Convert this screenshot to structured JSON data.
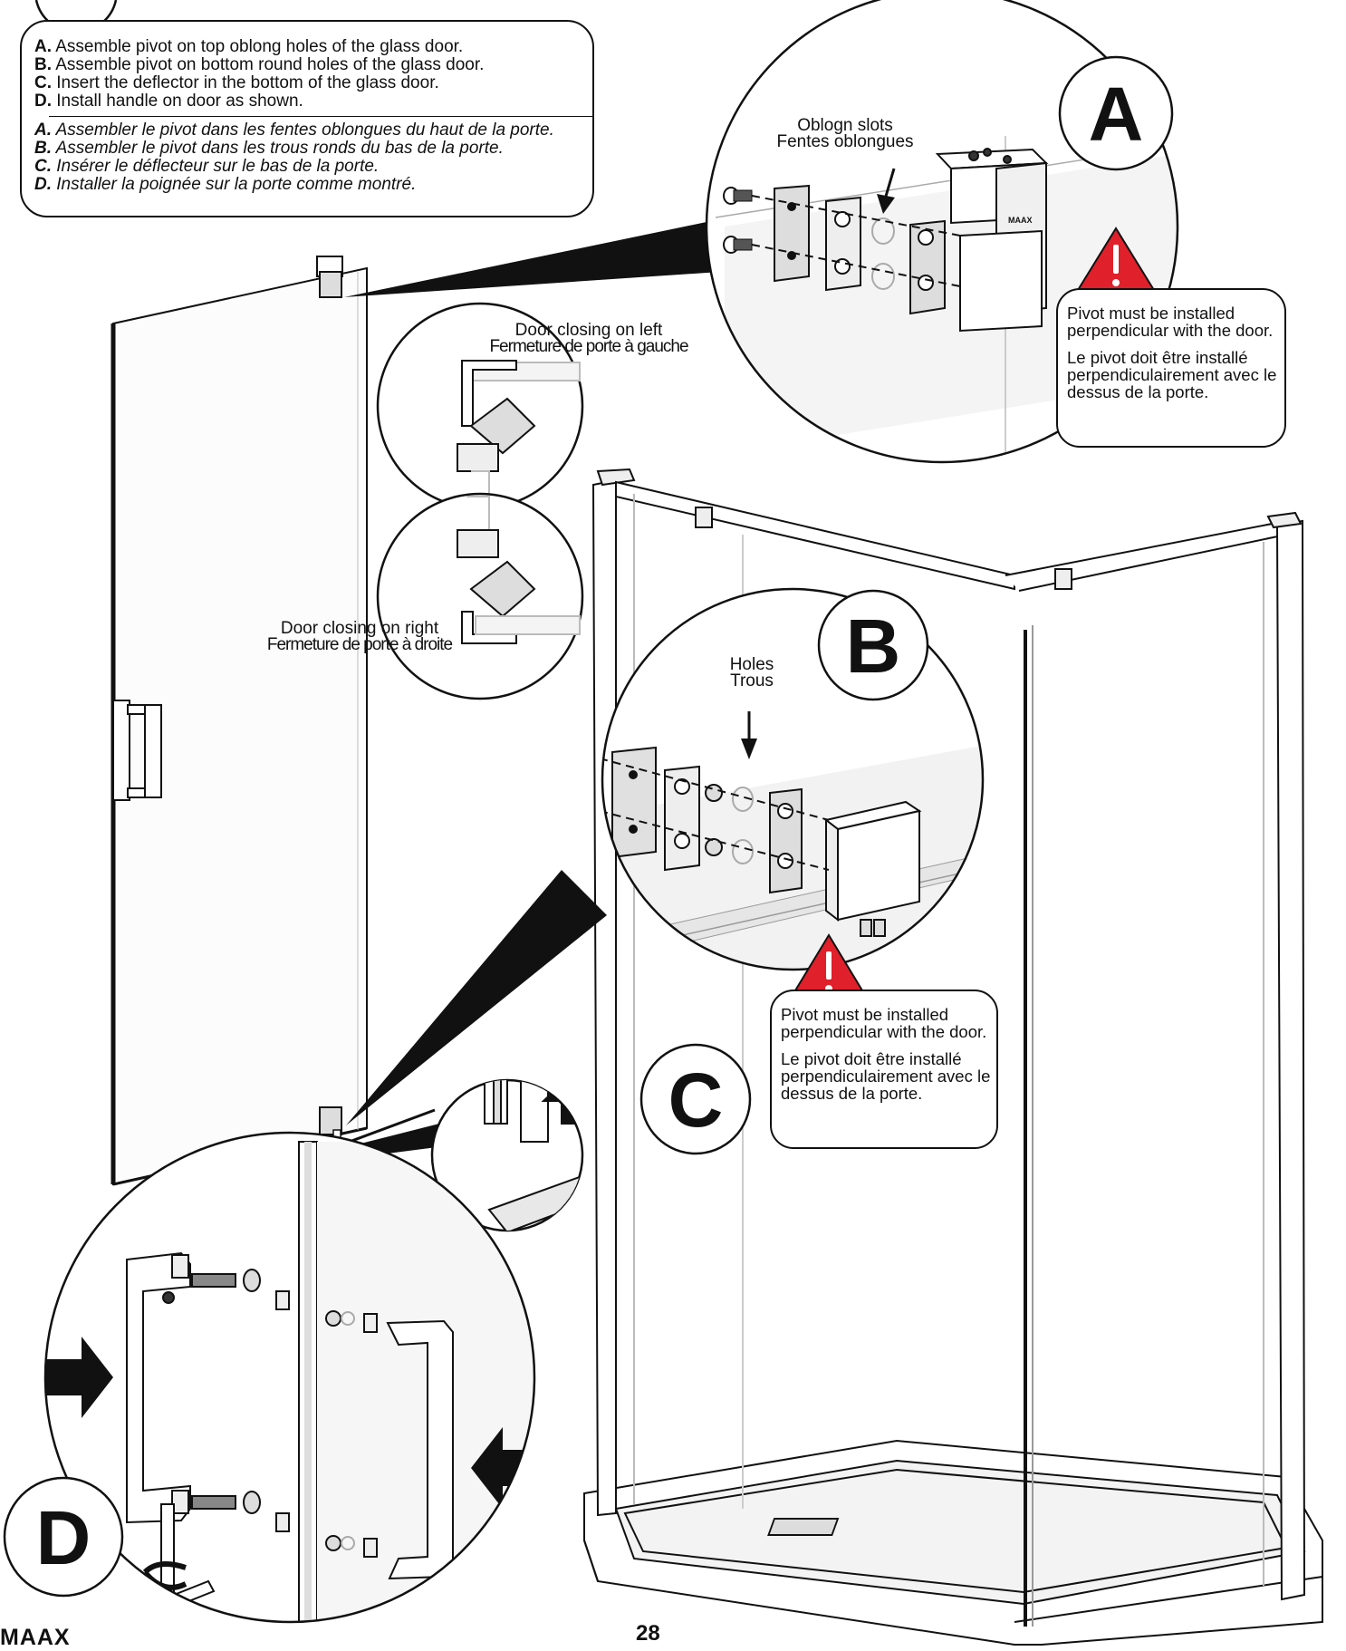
{
  "instructions": {
    "english": [
      {
        "key": "A.",
        "text": " Assemble pivot on top oblong holes of the glass door."
      },
      {
        "key": "B.",
        "text": " Assemble pivot on bottom round holes of the glass door."
      },
      {
        "key": "C.",
        "text": " Insert the deflector in the bottom of the glass door."
      },
      {
        "key": "D.",
        "text": " Install handle on door as shown."
      }
    ],
    "french": [
      {
        "key": "A.",
        "text": " Assembler le pivot dans les fentes oblongues du haut de la porte."
      },
      {
        "key": "B.",
        "text": " Assembler le pivot dans les trous ronds du bas de la porte."
      },
      {
        "key": "C.",
        "text": " Insérer le déflecteur sur le bas de la porte."
      },
      {
        "key": "D.",
        "text": " Installer la poignée sur la porte comme montré."
      }
    ]
  },
  "callouts": {
    "oblong": {
      "en": "Oblogn slots",
      "fr": "Fentes oblongues"
    },
    "holes": {
      "en": "Holes",
      "fr": "Trous"
    },
    "door_left": {
      "en": "Door closing on left",
      "fr": "Fermeture de porte à gauche"
    },
    "door_right": {
      "en": "Door closing on right",
      "fr": "Fermeture de porte à droite"
    }
  },
  "warning": {
    "en": "Pivot must be installed perpendicular with the door.",
    "fr": "Le pivot doit être installé perpendiculairement avec le dessus de la porte."
  },
  "step_letters": {
    "a": "A",
    "b": "B",
    "c": "C",
    "d": "D"
  },
  "pivot_brand": "MAAX",
  "footer": {
    "brand": "MAAX",
    "page": "28"
  },
  "colors": {
    "warning_red": "#e0202a",
    "ink": "#111111"
  }
}
